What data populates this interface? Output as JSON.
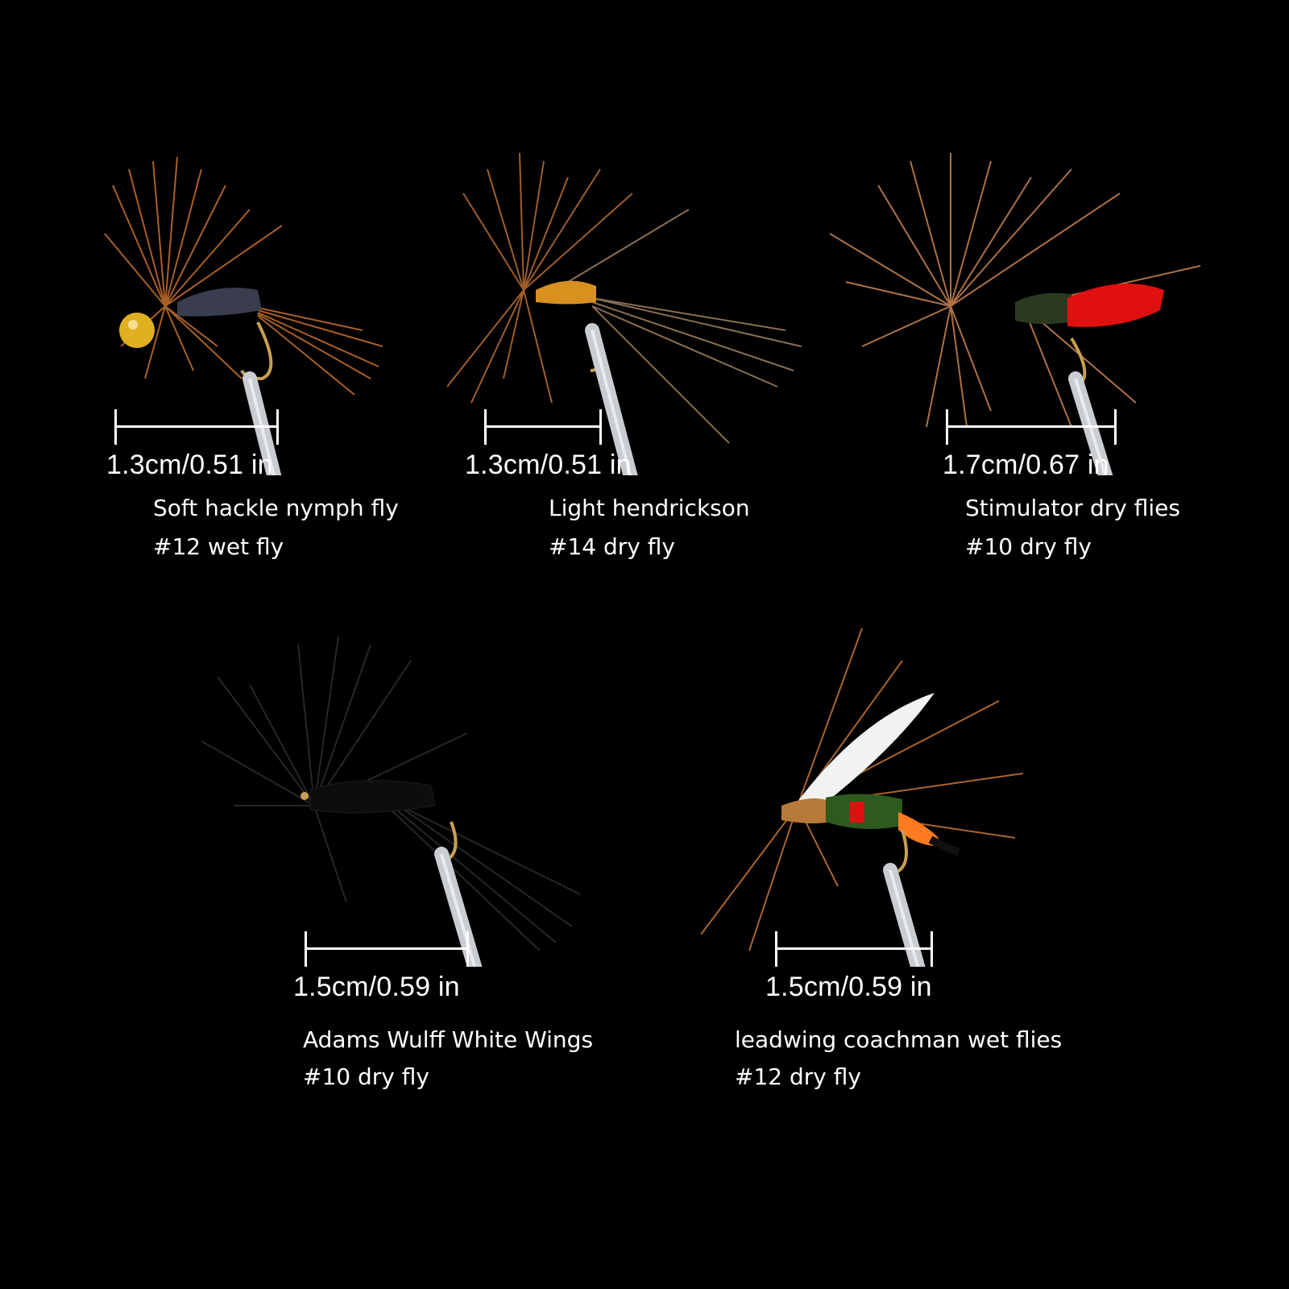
{
  "flies": [
    {
      "measurement": "1.3cm/0.51 in",
      "name": "Soft hackle nymph fly",
      "size": "#12 wet fly",
      "colors": {
        "hackle": "#b4652a",
        "body": "#3a3d4d",
        "bead": "#e0b020"
      }
    },
    {
      "measurement": "1.3cm/0.51 in",
      "name": "Light hendrickson",
      "size": "#14 dry fly",
      "colors": {
        "hackle": "#a7642f",
        "body": "#d8901e",
        "tail": "#9a7a5c"
      }
    },
    {
      "measurement": "1.7cm/0.67 in",
      "name": "Stimulator dry flies",
      "size": "#10 dry fly",
      "colors": {
        "hackle": "#b8784a",
        "body": "#2a3a1f",
        "tail": "#e01010"
      }
    },
    {
      "measurement": "1.5cm/0.59 in",
      "name": "Adams Wulff White Wings",
      "size": "#10 dry fly",
      "colors": {
        "hackle": "#1a1a1a",
        "body": "#0d0d0d"
      }
    },
    {
      "measurement": "1.5cm/0.59 in",
      "name": "leadwing coachman wet flies",
      "size": "#12 dry fly",
      "colors": {
        "hackle": "#b46a30",
        "wing": "#f2f2f2",
        "body": "#2d5a1e",
        "tag": "#ff7a20"
      }
    }
  ]
}
